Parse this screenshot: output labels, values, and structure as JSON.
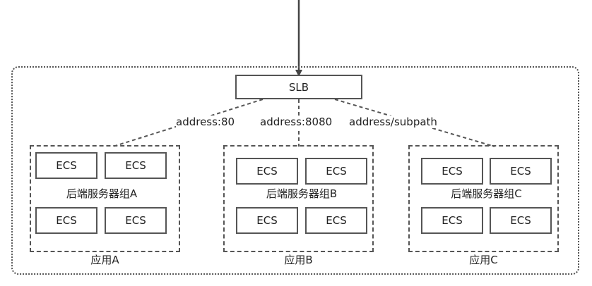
{
  "diagram": {
    "load_balancer": "SLB",
    "routes": [
      "address:80",
      "address:8080",
      "address/subpath"
    ],
    "applications": [
      {
        "name": "应用A",
        "group_label": "后端服务器组A",
        "servers": [
          "ECS",
          "ECS",
          "ECS",
          "ECS"
        ]
      },
      {
        "name": "应用B",
        "group_label": "后端服务器组B",
        "servers": [
          "ECS",
          "ECS",
          "ECS",
          "ECS"
        ]
      },
      {
        "name": "应用C",
        "group_label": "后端服务器组C",
        "servers": [
          "ECS",
          "ECS",
          "ECS",
          "ECS"
        ]
      }
    ]
  }
}
